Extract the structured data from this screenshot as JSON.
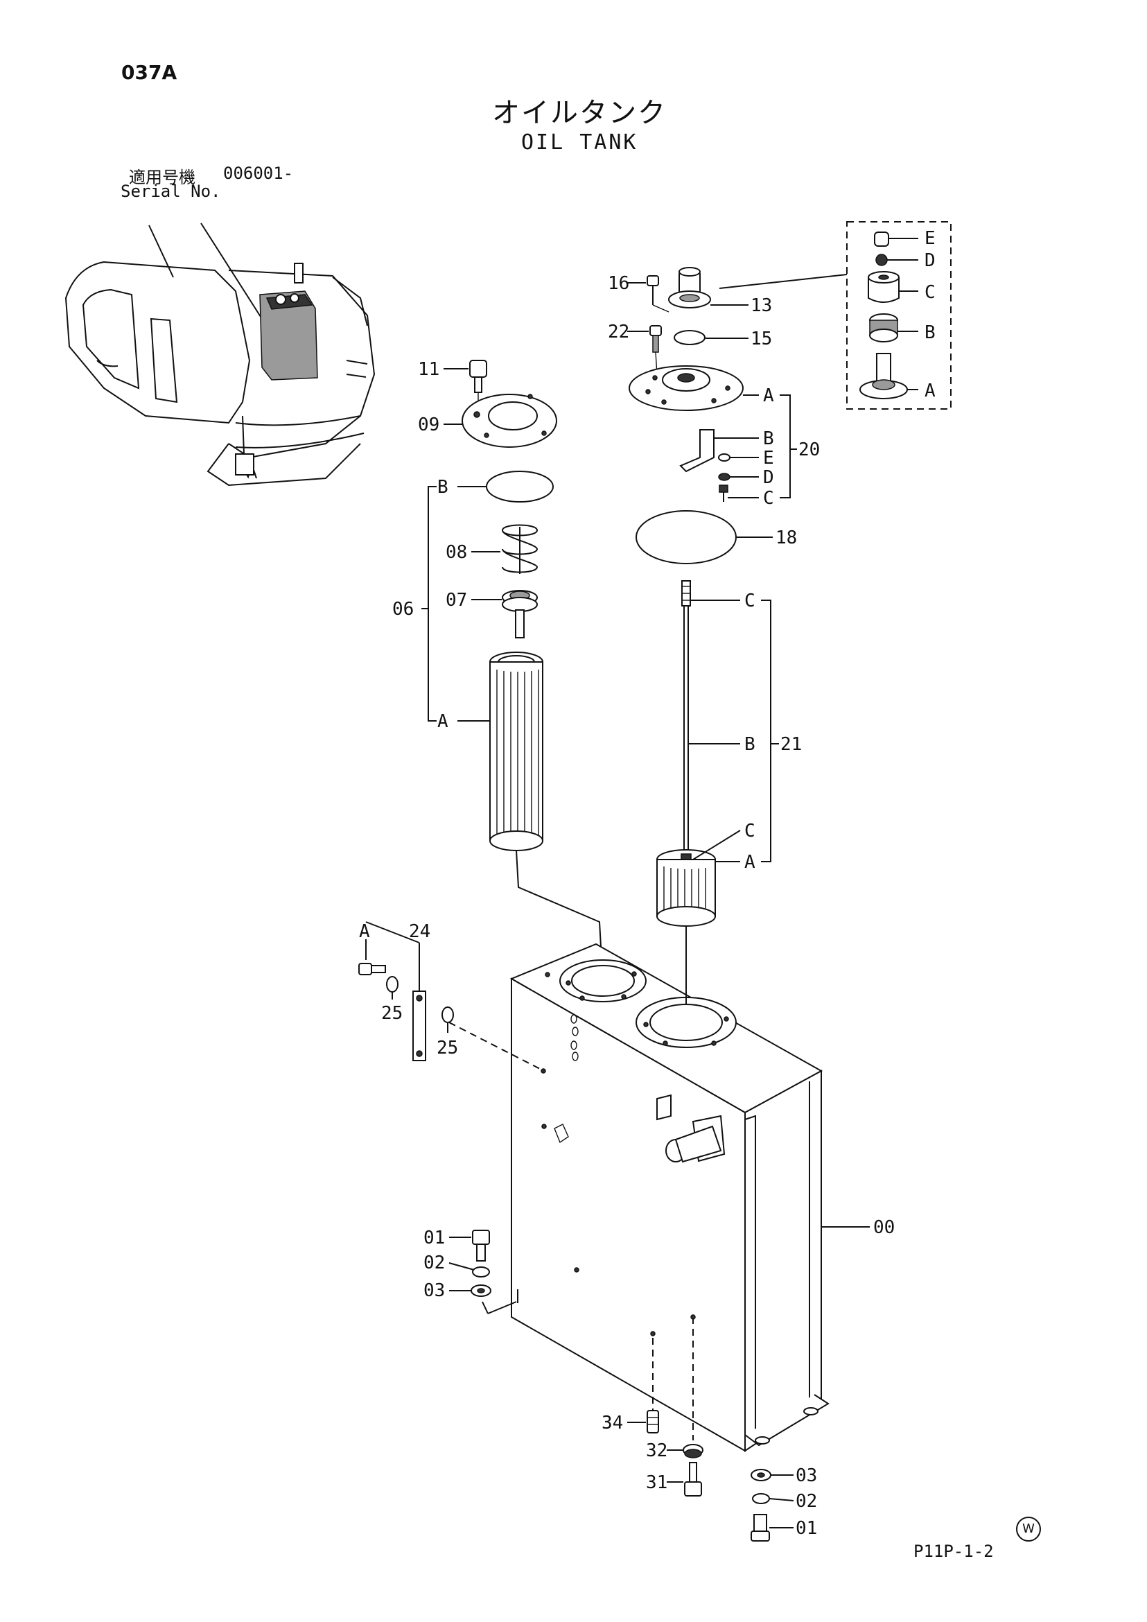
{
  "header": {
    "page_code": "037A",
    "title_jp": "オイルタンク",
    "title_en": "OIL TANK",
    "serial_label_jp": "適用号機",
    "serial_value": "006001-",
    "serial_label_en": "Serial No."
  },
  "footer": {
    "drawing_code": "P11P-1-2",
    "mark": "W"
  },
  "callouts": {
    "p00": "00",
    "p01a": "01",
    "p01b": "01",
    "p02a": "02",
    "p02b": "02",
    "p03a": "03",
    "p03b": "03",
    "p06": "06",
    "p06a": "A",
    "p06b": "B",
    "p07": "07",
    "p08": "08",
    "p09": "09",
    "p11": "11",
    "p13": "13",
    "p15": "15",
    "p16": "16",
    "p18": "18",
    "p20": "20",
    "p20a": "A",
    "p20b": "B",
    "p20c": "C",
    "p20d": "D",
    "p20e": "E",
    "p21": "21",
    "p21a": "A",
    "p21b": "B",
    "p21c1": "C",
    "p21c2": "C",
    "p22": "22",
    "p24": "24",
    "p24a": "A",
    "p25a": "25",
    "p25b": "25",
    "p31": "31",
    "p32": "32",
    "p34": "34",
    "detail_a": "A",
    "detail_b": "B",
    "detail_c": "C",
    "detail_d": "D",
    "detail_e": "E"
  }
}
